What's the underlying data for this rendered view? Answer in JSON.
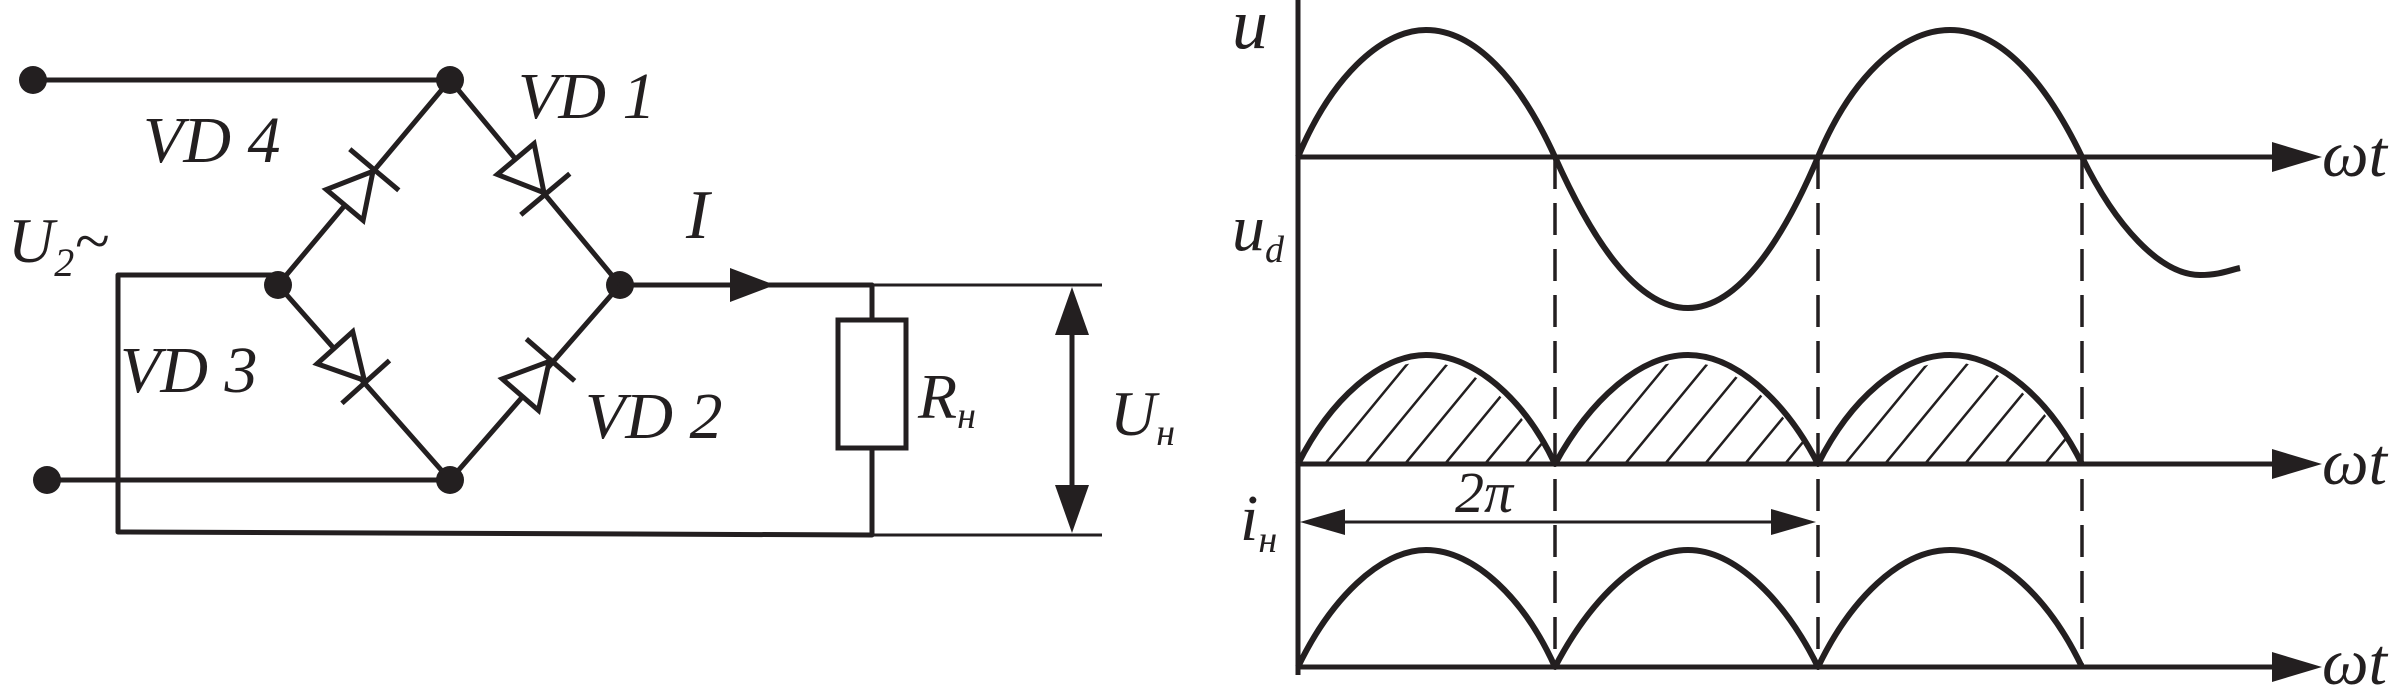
{
  "circuit": {
    "supply_label": "U",
    "supply_sub": "2",
    "supply_suffix": "~",
    "diodes": [
      "VD 1",
      "VD 2",
      "VD 3",
      "VD 4"
    ],
    "current_label": "I",
    "resistor_label": "R",
    "resistor_sub": "н",
    "load_voltage_label": "U",
    "load_voltage_sub": "н"
  },
  "graphs": {
    "u_label": "u",
    "ud_label": "u",
    "ud_sub": "d",
    "in_label": "i",
    "in_sub": "н",
    "axis_label": "ωt",
    "period_label": "2π"
  }
}
